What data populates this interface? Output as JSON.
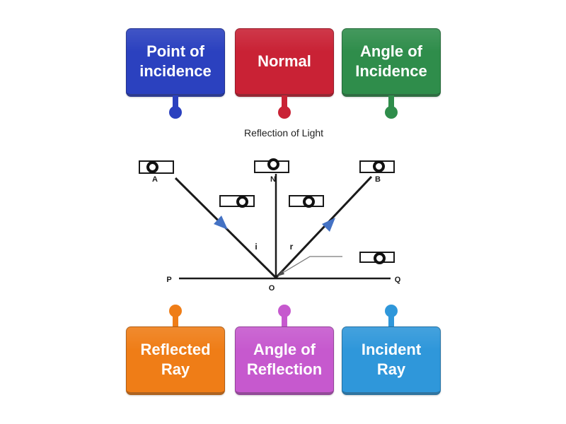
{
  "activity": {
    "diagram_title": "Reflection of Light"
  },
  "label_cards": {
    "top": [
      {
        "label": "Point of incidence",
        "color": "#2b41bf"
      },
      {
        "label": "Normal",
        "color": "#c92235"
      },
      {
        "label": "Angle of Incidence",
        "color": "#2f8d4b"
      }
    ],
    "bottom": [
      {
        "label": "Reflected Ray",
        "color": "#ef7d17"
      },
      {
        "label": "Angle of Reflection",
        "color": "#c659ce"
      },
      {
        "label": "Incident Ray",
        "color": "#2f97da"
      }
    ]
  },
  "diagram": {
    "labels": {
      "A": "A",
      "N": "N",
      "B": "B",
      "i": "i",
      "r": "r",
      "P": "P",
      "Q": "Q",
      "O": "O"
    },
    "line_color": "#1a1a1a",
    "arrow_color": "#4472c4",
    "leader_color": "#7a7a7a",
    "leader_arrow_color": "#4d4d4d"
  }
}
